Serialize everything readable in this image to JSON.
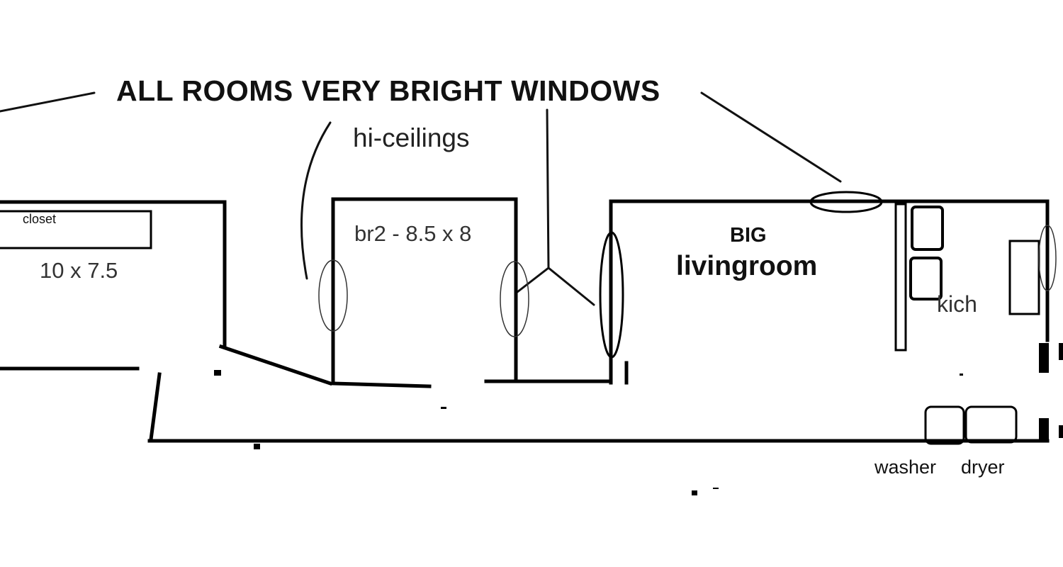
{
  "headline": "ALL ROOMS VERY BRIGHT WINDOWS",
  "annotation": "hi-ceilings",
  "rooms": {
    "bedroom1_closet": "closet",
    "bedroom1_size": "10 x 7.5",
    "bedroom2": "br2 - 8.5 x 8",
    "living_prefix": "BIG",
    "living": "livingroom",
    "kitchen": "kich"
  },
  "appliances": {
    "washer": "washer",
    "dryer": "dryer"
  }
}
